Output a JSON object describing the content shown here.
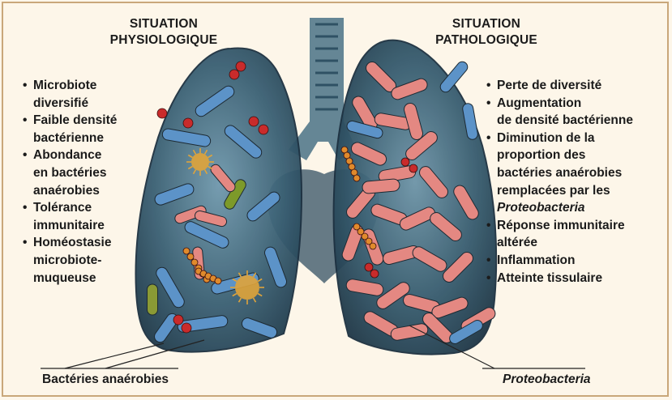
{
  "left": {
    "title": [
      "SITUATION",
      "PHYSIOLOGIQUE"
    ],
    "points": [
      [
        "Microbiote",
        "diversifié"
      ],
      [
        "Faible densité",
        "bactérienne"
      ],
      [
        "Abondance",
        "en bactéries",
        "anaérobies"
      ],
      [
        "Tolérance",
        "immunitaire"
      ],
      [
        "Homéostasie",
        "microbiote-",
        "muqueuse"
      ]
    ],
    "caption": "Bactéries anaérobies"
  },
  "right": {
    "title": [
      "SITUATION",
      "PATHOLOGIQUE"
    ],
    "points": [
      [
        "Perte de diversité"
      ],
      [
        "Augmentation",
        "de densité bactérienne"
      ],
      [
        "Diminution de la",
        "proportion des",
        "bactéries anaérobies",
        "remplacées par les",
        "Proteobacteria"
      ],
      [
        "Réponse immunitaire",
        "altérée"
      ],
      [
        "Inflammation"
      ],
      [
        "Atteinte tissulaire"
      ]
    ],
    "caption": "Proteobacteria"
  },
  "colors": {
    "background": "#fdf6e9",
    "border": "#c9a77a",
    "lung": "#2d4f63",
    "anaerobic": "#5c93c8",
    "proteobacteria": "#e48882",
    "cocci": "#c92b2b",
    "virus": "#e0a43a"
  }
}
